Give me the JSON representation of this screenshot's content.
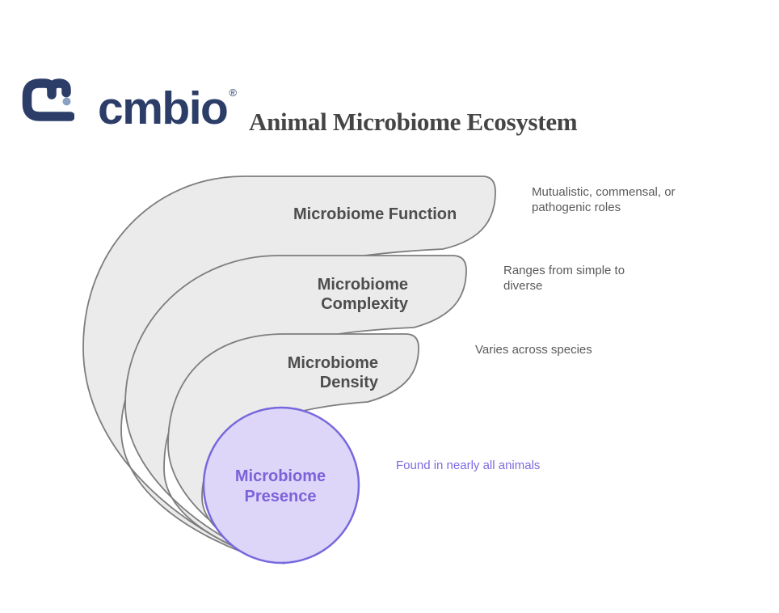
{
  "title": "Animal Microbiome Ecosystem",
  "logo": {
    "brand": "cmbio",
    "registered": "®"
  },
  "colors": {
    "brand_navy": "#2c3d68",
    "brand_dot": "#8ba1c3",
    "title_text": "#454545",
    "layer_fill": "#ebebeb",
    "layer_stroke": "#7d7d7d",
    "layer_text": "#4d4d4d",
    "annotation_text": "#5a5a5a",
    "circle_fill": "#ddd6f8",
    "circle_stroke": "#7668dd",
    "circle_text": "#7c62d9",
    "circle_annotation_text": "#7c6ce0"
  },
  "diagram": {
    "layers": [
      {
        "label": "Microbiome Function",
        "annotation": "Mutualistic, commensal, or pathogenic roles"
      },
      {
        "label_line1": "Microbiome",
        "label_line2": "Complexity",
        "annotation": "Ranges from simple to diverse"
      },
      {
        "label_line1": "Microbiome",
        "label_line2": "Density",
        "annotation": "Varies across species"
      }
    ],
    "presence": {
      "label_line1": "Microbiome",
      "label_line2": "Presence",
      "annotation": "Found in nearly all animals"
    }
  }
}
